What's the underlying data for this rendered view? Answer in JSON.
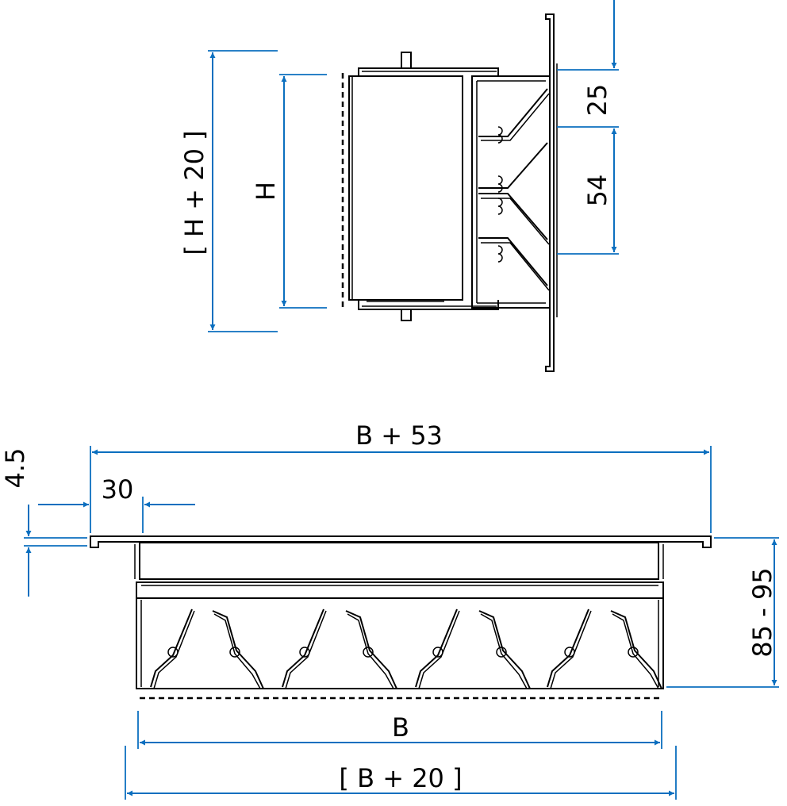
{
  "colors": {
    "dimension": "#0b6fbf",
    "outline": "#000000",
    "background": "#ffffff"
  },
  "dimensions": {
    "h_plus_20": "[ H + 20 ]",
    "h": "H",
    "d25": "25",
    "d54": "54",
    "b_plus_53": "B + 53",
    "d30": "30",
    "d4_5": "4.5",
    "d85_95": "85 - 95",
    "b": "B",
    "b_plus_20": "[ B + 20 ]"
  }
}
